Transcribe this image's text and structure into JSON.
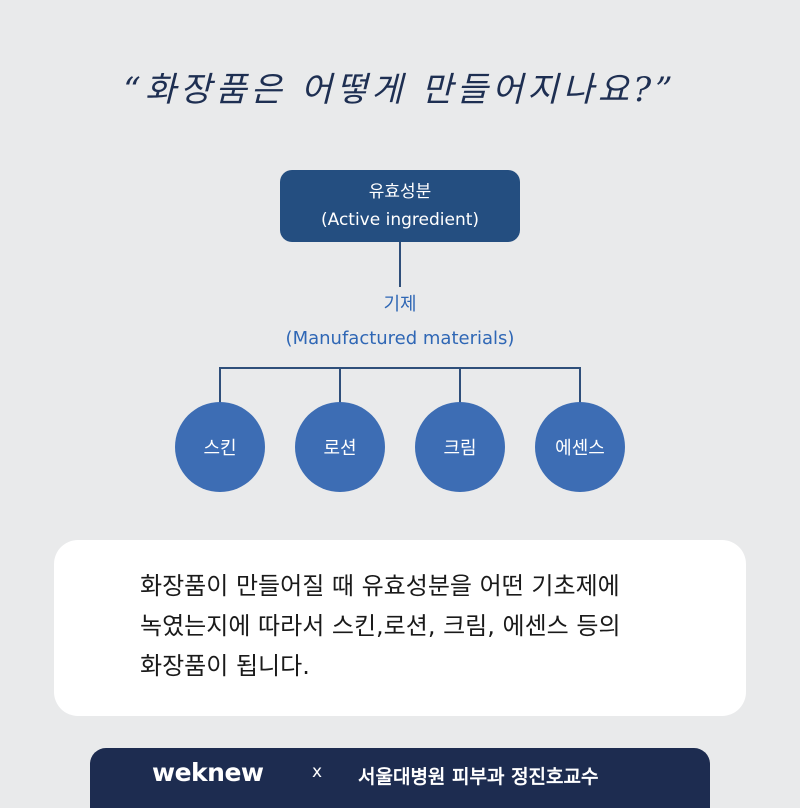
{
  "title": "“화장품은 어떻게 만들어지나요?”",
  "diagram": {
    "root": {
      "label_ko": "유효성분",
      "label_en": "(Active ingredient)"
    },
    "middle": {
      "label_ko": "기제",
      "label_en": "(Manufactured materials)"
    },
    "leaves": [
      "스킨",
      "로션",
      "크림",
      "에센스"
    ]
  },
  "description": {
    "line1": "화장품이 만들어질 때 유효성분을 어떤 기초제에",
    "line2": "녹였는지에 따라서 스킨,로션, 크림, 에센스 등의",
    "line3": "화장품이 됩니다."
  },
  "footer": {
    "brand": "weknew",
    "separator": "x",
    "partner": "서울대병원 피부과 정진호교수"
  },
  "colors": {
    "background": "#e9eaeb",
    "root_box": "#244e80",
    "node": "#3d6db4",
    "mid_text": "#2f67b5",
    "line": "#2f4f7a",
    "footer": "#1d2c50"
  }
}
